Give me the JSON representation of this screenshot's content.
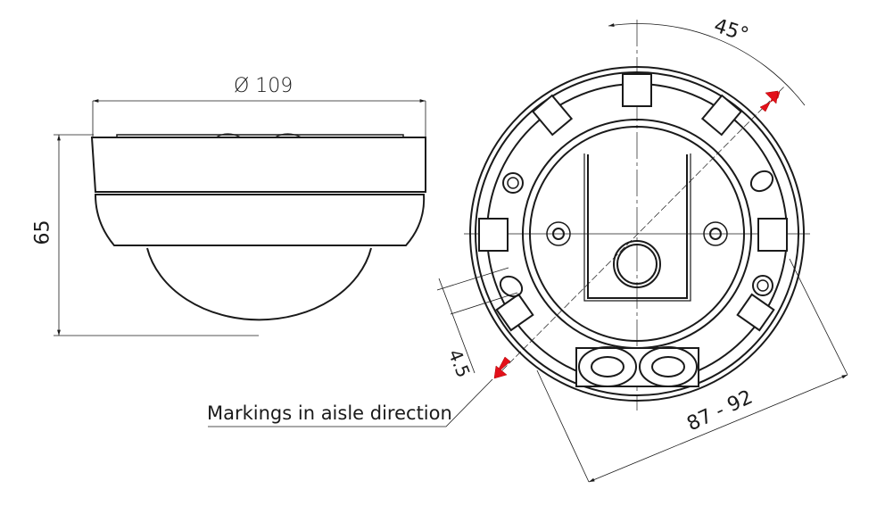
{
  "drawing": {
    "side_view": {
      "diameter_label": "Ø 109",
      "height_label": "65"
    },
    "bottom_view": {
      "angle_label": "45°",
      "offset_label": "4.5",
      "mounting_range_label": "87 - 92",
      "callout_label": "Markings in aisle direction"
    },
    "colors": {
      "line": "#1a1a1a",
      "marker_arrow": "#e3101a",
      "background": "#ffffff"
    }
  }
}
